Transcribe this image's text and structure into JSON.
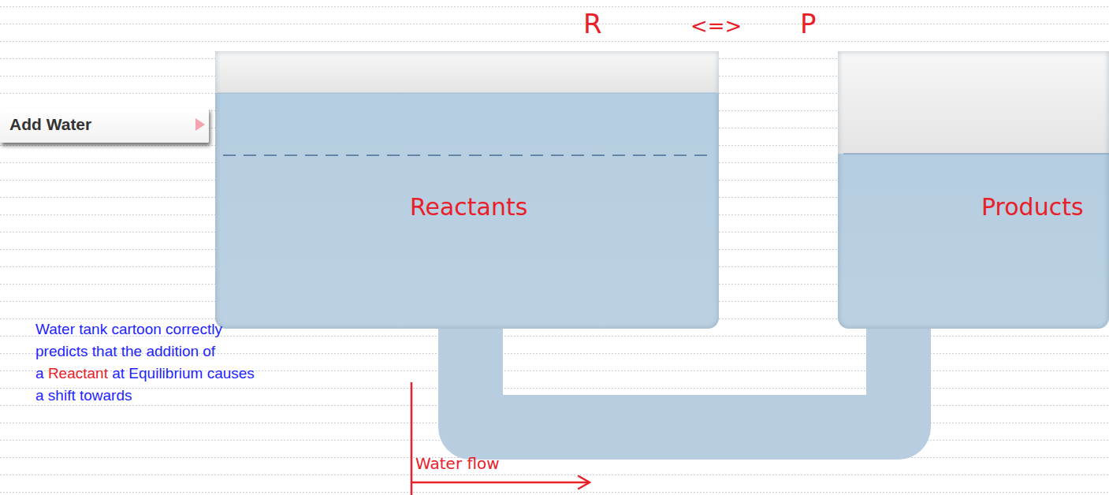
{
  "diagram": {
    "nodes": [
      {
        "text": [
          "Add Water"
        ]
      },
      {
        "text": [
          "Reactants"
        ]
      },
      {
        "text": [
          "Products"
        ]
      }
    ],
    "edges": [
      {
        "from": 1,
        "to": 2,
        "arrow": "none"
      }
    ],
    "labels": [
      "R",
      "<=>",
      "P",
      "Water tank cartoon correctly predicts that the addition of a",
      "Reactant",
      "at Equilibrium causes a shift towards",
      "Water flow"
    ]
  }
}
